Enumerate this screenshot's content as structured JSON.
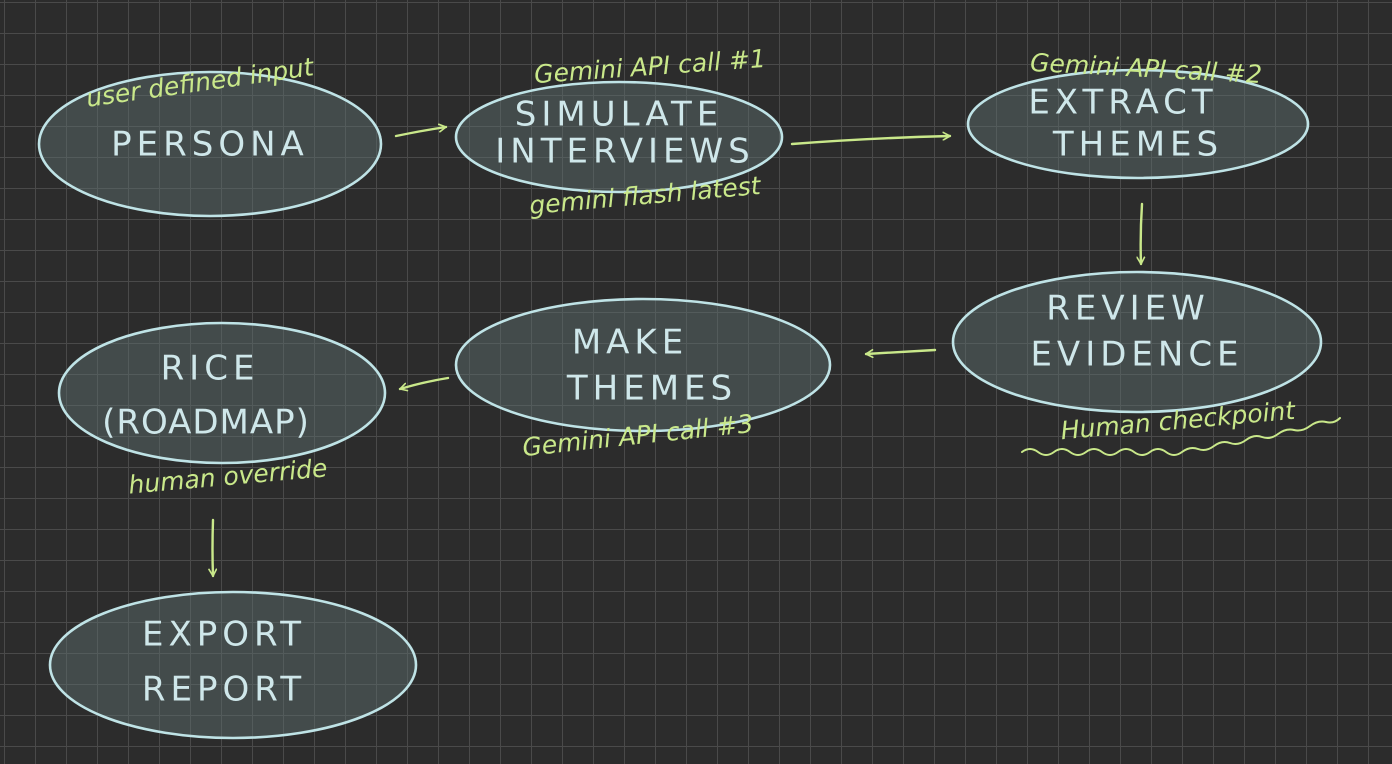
{
  "nodes": {
    "persona": {
      "lines": [
        "PERSONA"
      ]
    },
    "simulate": {
      "lines": [
        "SIMULATE",
        "INTERVIEWS"
      ]
    },
    "extract": {
      "lines": [
        "EXTRACT",
        "THEMES"
      ]
    },
    "review": {
      "lines": [
        "REVIEW",
        "EVIDENCE"
      ]
    },
    "make": {
      "lines": [
        "MAKE",
        "THEMES"
      ]
    },
    "rice": {
      "lines": [
        "RICE",
        "(ROADMAP)"
      ]
    },
    "export": {
      "lines": [
        "EXPORT",
        "REPORT"
      ]
    }
  },
  "annotations": {
    "persona_top": "user defined input",
    "simulate_top": "Gemini API call #1",
    "simulate_bottom": "gemini flash latest",
    "extract_top": "Gemini API call #2",
    "review_bottom": "Human checkpoint",
    "make_bottom": "Gemini API call #3",
    "rice_bottom": "human override"
  },
  "colors": {
    "background": "#2c2c2c",
    "grid": "#4a4a4a",
    "node_outline": "#bfe3e6",
    "node_text": "#cfe7ea",
    "annotation": "#c9e88a"
  }
}
